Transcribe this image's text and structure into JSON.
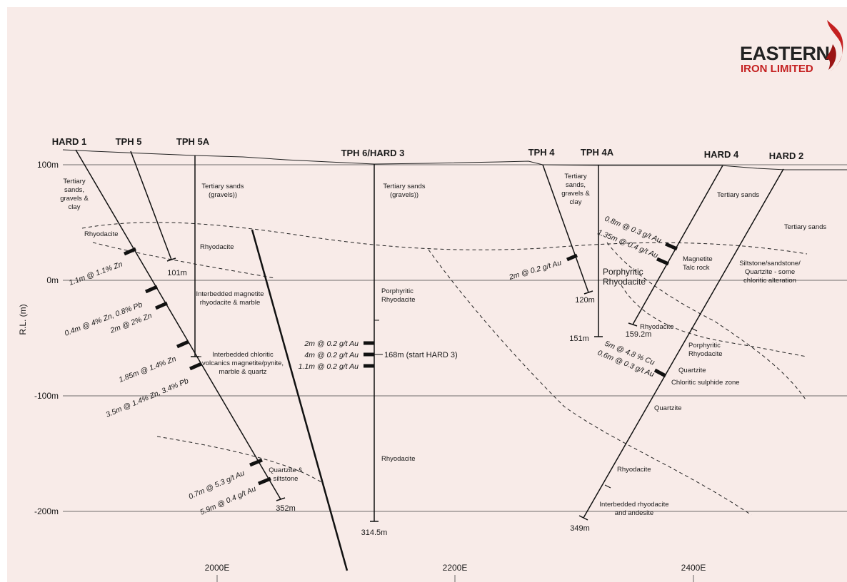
{
  "logo": {
    "line1": "EASTERN",
    "line2": "IRON LIMITED",
    "accent_color": "#c42020"
  },
  "axis": {
    "ylabel": "R.L. (m)",
    "rl_labels": [
      "100m",
      "0m",
      "-100m",
      "-200m"
    ],
    "easting_labels": [
      "2000E",
      "2200E",
      "2400E"
    ]
  },
  "holes": {
    "hard1": "HARD 1",
    "tph5": "TPH 5",
    "tph5a": "TPH 5A",
    "tph6": "TPH 6/HARD 3",
    "tph4": "TPH 4",
    "tph4a": "TPH 4A",
    "hard4": "HARD 4",
    "hard2": "HARD 2"
  },
  "depths": {
    "tph5": "101m",
    "hard1": "352m",
    "tph6": "314.5m",
    "tph6_start": "168m (start HARD 3)",
    "tph4": "120m",
    "tph4a": "151m",
    "hard4": "159.2m",
    "hard2": "349m"
  },
  "geology": {
    "tertiary_sands_gravels_clay": [
      "Tertiary",
      "sands,",
      "gravels &",
      "clay"
    ],
    "rhyodacite_left": "Rhyodacite",
    "tph5a_tertiary": [
      "Tertiary sands",
      "(gravels))"
    ],
    "tph5a_rhyodacite": "Rhyodacite",
    "interbedded_magnetite": [
      "Interbedded magnetite",
      "rhyodacite & marble"
    ],
    "interbedded_chloritic": [
      "Interbedded chloritic",
      "volcanics magnetite/pynite,",
      "marble & quartz"
    ],
    "quartzite_siltstone": [
      "Quartzite &",
      "siltstone"
    ],
    "tph6_tertiary": [
      "Tertiary sands",
      "(gravels))"
    ],
    "porphyritic_rhyodacite_center": [
      "Porphyritic",
      "Rhyodacite"
    ],
    "rhyodacite_center": "Rhyodacite",
    "tph4_tertiary": [
      "Tertiary",
      "sands,",
      "gravels &",
      "clay"
    ],
    "porphyritic_rhyodacite_right": [
      "Porphyritic",
      "Rhyodacite"
    ],
    "tertiary_sands_hard4": "Tertiary sands",
    "tertiary_sands_far": "Tertiary sands",
    "magnetite_talc": [
      "Magnetite",
      "Talc rock"
    ],
    "siltstone_sandstone": [
      "Siltstone/sandstone/",
      "Quartzite - some",
      "chloritic alteration"
    ],
    "rhyodacite_hard4": "Rhyodacite",
    "porphyritic_small": [
      "Porphyritic",
      "Rhyodacite"
    ],
    "quartzite_a": "Quartzite",
    "chloritic_sulphide": "Chloritic sulphide zone",
    "quartzite_b": "Quartzite",
    "rhyodacite_right_low": "Rhyodacite",
    "interbedded_andesite": [
      "Interbedded rhyodacite",
      "and andesite"
    ]
  },
  "intercepts": {
    "hard1_a": "1.1m @ 1.1% Zn",
    "hard1_b": "0.4m @ 4% Zn, 0.8% Pb",
    "hard1_c": "2m @ 2% Zn",
    "hard1_d": "1.85m @ 1.4% Zn",
    "hard1_e": "3.5m @ 1.4% Zn, 3.4% Pb",
    "hard1_f": "0.7m @ 5.3 g/t Au",
    "hard1_g": "5.9m @ 0.4 g/t Au",
    "tph6_a": "2m @ 0.2 g/t Au",
    "tph6_b": "4m @ 0.2 g/t Au",
    "tph6_c": "1.1m @ 0.2 g/t Au",
    "tph4_a": "2m @ 0.2 g/t Au",
    "hard4_a": "0.8m @ 0.3 g/t Au",
    "hard4_b": "1.35m @ 0.4 g/t Au",
    "hard2_a": "5m @ 4.8 % Cu",
    "hard2_b": "0.6m @ 0.3 g/t Au"
  }
}
